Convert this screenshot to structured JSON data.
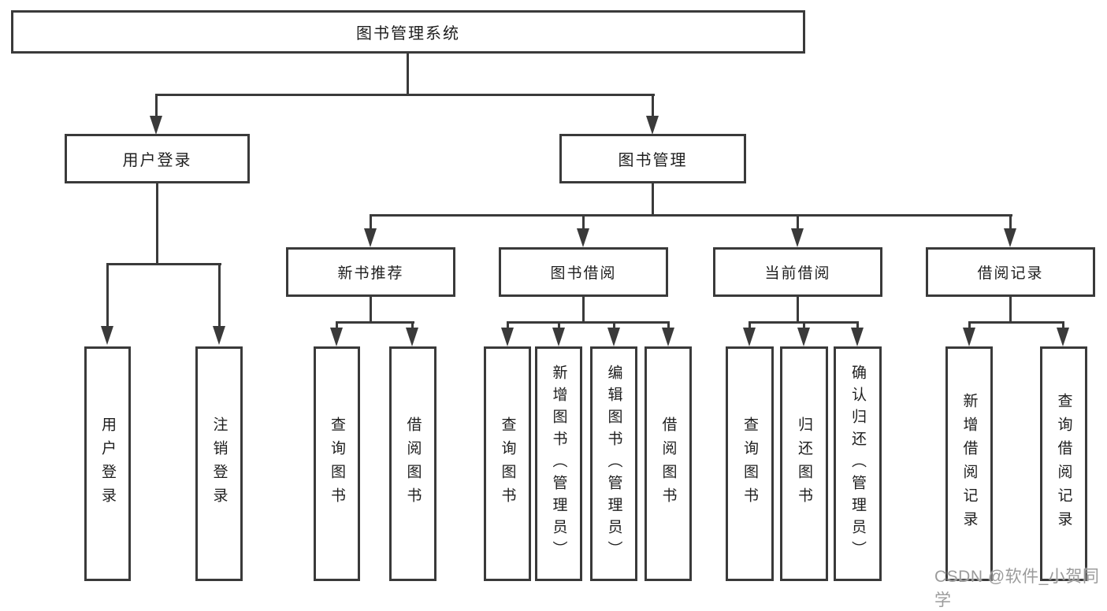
{
  "diagram": {
    "root": "图书管理系统",
    "level2": [
      "用户登录",
      "图书管理"
    ],
    "level3": [
      "新书推荐",
      "图书借阅",
      "当前借阅",
      "借阅记录"
    ],
    "groups": {
      "userLogin": [
        "用户登录",
        "注销登录"
      ],
      "newBooks": [
        "查询图书",
        "借阅图书"
      ],
      "bookBorrow": [
        "查询图书",
        "新增图书（管理员）",
        "编辑图书（管理员）",
        "借阅图书"
      ],
      "currentBorrow": [
        "查询图书",
        "归还图书",
        "确认归还（管理员）"
      ],
      "borrowRecords": [
        "新增借阅记录",
        "查询借阅记录"
      ]
    }
  },
  "watermark": "CSDN @软件_小贺同学",
  "colors": {
    "line": "#3a3a3a",
    "text": "#1e1e1e",
    "background": "#ffffff",
    "watermark": "#9b9b9b"
  }
}
